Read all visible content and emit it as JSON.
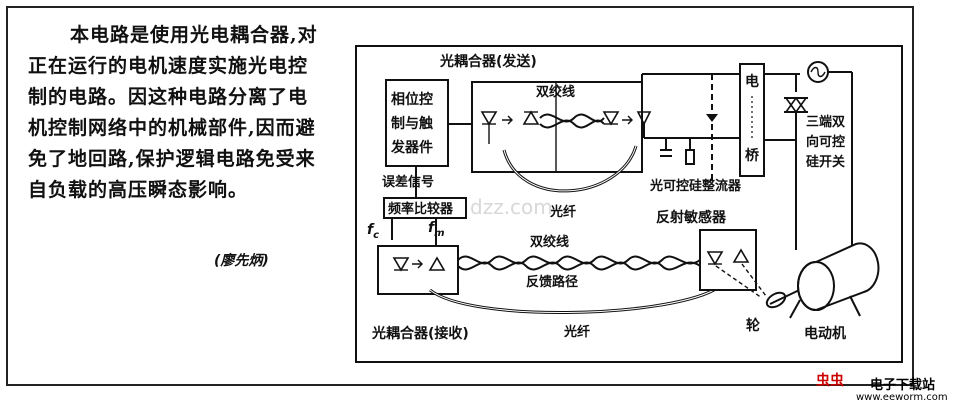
{
  "description": {
    "text": "本电路是使用光电耦合器,对正在运行的电机速度实施光电控制的电路。因这种电路分离了电机控制网络中的机械部件,因而避免了地回路,保护逻辑电路免受来自负载的高压瞬态影响。",
    "author": "(廖先炳)"
  },
  "diagram": {
    "coupler_send": "光耦合器(发送)",
    "phase_ctrl_1": "相位控",
    "phase_ctrl_2": "制与触",
    "phase_ctrl_3": "发器件",
    "twisted_top": "双绞线",
    "error_signal": "误差信号",
    "comparator": "频率比较器",
    "fc": "f",
    "fc_sub": "c",
    "fm": "f",
    "fm_sub": "m",
    "fiber_top": "光纤",
    "scr_rectifier": "光可控硅整流器",
    "bridge_1": "电",
    "bridge_2": "桥",
    "triac_1": "三端双",
    "triac_2": "向可控",
    "triac_3": "硅开关",
    "reflect_sensor": "反射敏感器",
    "twisted_bottom": "双绞线",
    "feedback_path": "反馈路径",
    "coupler_recv": "光耦合器(接收)",
    "fiber_bottom": "光纤",
    "wheel": "轮",
    "motor": "电动机",
    "watermark": "dzz.com"
  },
  "logo": {
    "brand": "虫虫",
    "site_name": "电子下载站",
    "url": "www.eeworm.com"
  }
}
